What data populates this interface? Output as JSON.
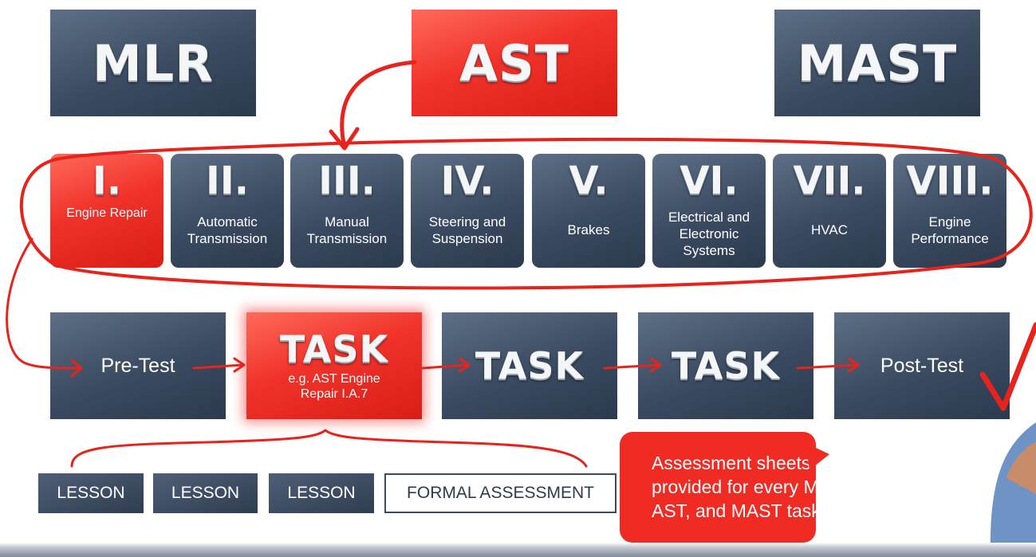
{
  "levels": [
    {
      "label": "MLR"
    },
    {
      "label": "AST"
    },
    {
      "label": "MAST"
    }
  ],
  "areas": [
    {
      "roman": "I.",
      "label": "Engine Repair"
    },
    {
      "roman": "II.",
      "label": "Automatic Transmission"
    },
    {
      "roman": "III.",
      "label": "Manual Transmission"
    },
    {
      "roman": "IV.",
      "label": "Steering and Suspension"
    },
    {
      "roman": "V.",
      "label": "Brakes"
    },
    {
      "roman": "VI.",
      "label": "Electrical and Electronic Systems"
    },
    {
      "roman": "VII.",
      "label": "HVAC"
    },
    {
      "roman": "VIII.",
      "label": "Engine Performance"
    }
  ],
  "steps": {
    "pretest": "Pre-Test",
    "task_highlight": "TASK",
    "task_example": "e.g. AST Engine Repair I.A.7",
    "task2": "TASK",
    "task3": "TASK",
    "posttest": "Post-Test"
  },
  "lessons": [
    "LESSON",
    "LESSON",
    "LESSON"
  ],
  "formal_assessment": "FORMAL ASSESSMENT",
  "callout": [
    "Assessment sheets",
    "provided for every MLR,",
    "AST, and MAST task!"
  ],
  "colors": {
    "accent_red": "#ef2b23",
    "tile_slate": "#3a4a60",
    "annotation_red": "#e8231c"
  }
}
